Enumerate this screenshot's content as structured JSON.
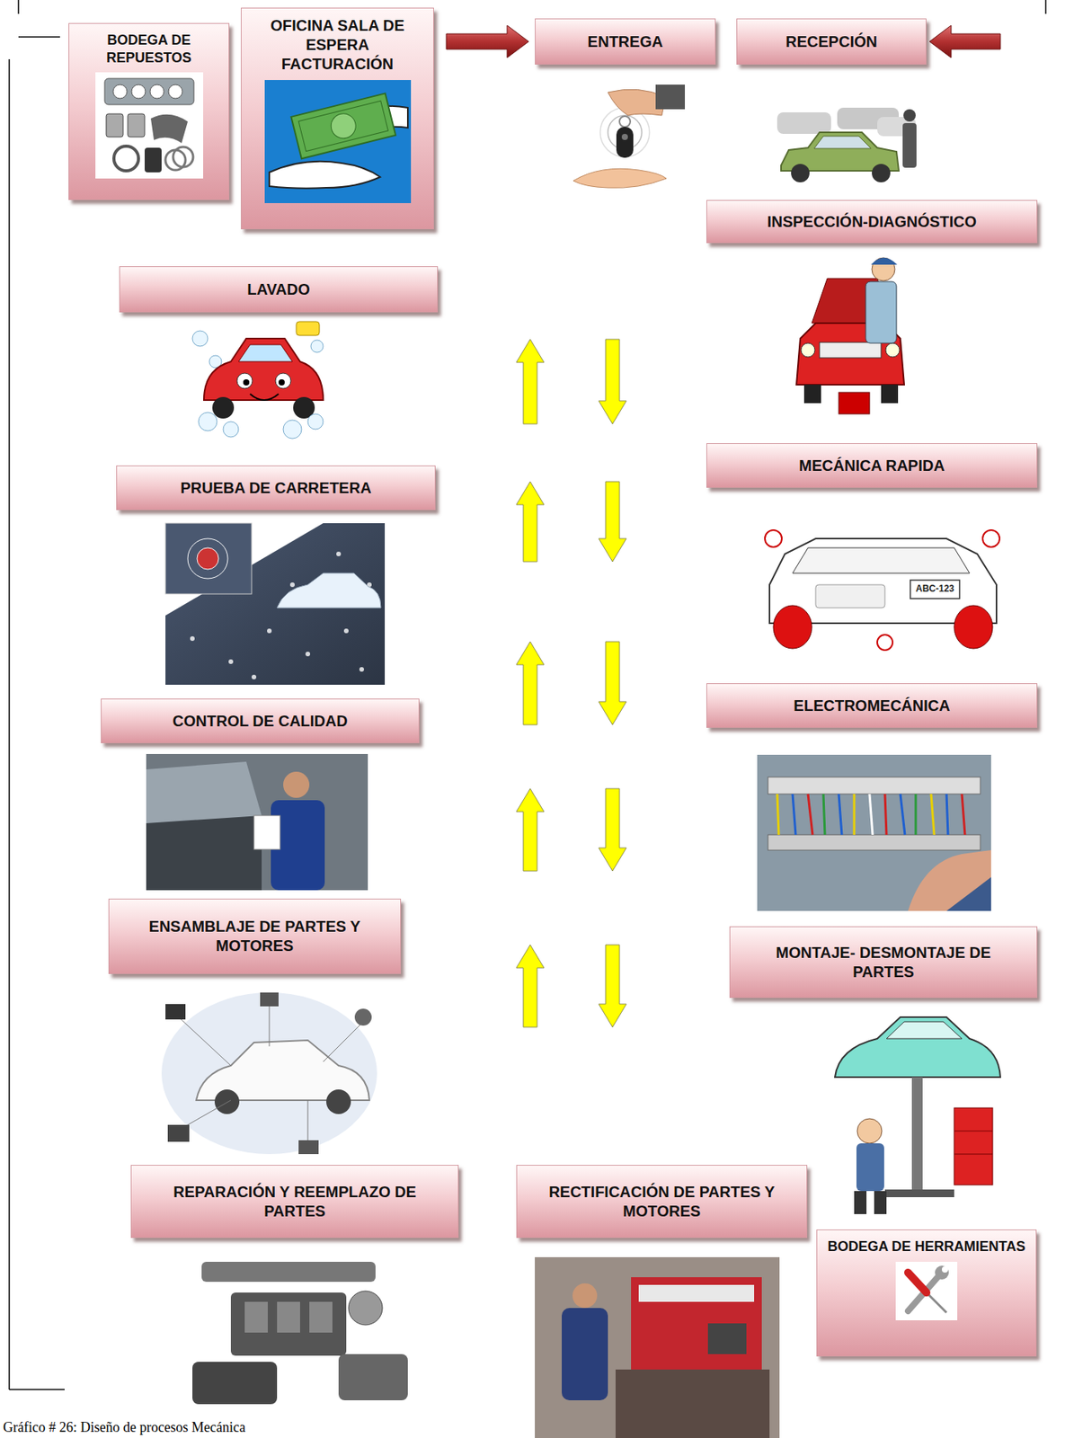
{
  "diagram": {
    "caption": "Gráfico # 26: Diseño de procesos Mecánica",
    "nodes": [
      {
        "text": [
          "BODEGA DE REPUESTOS"
        ]
      },
      {
        "text": [
          "OFICINA SALA DE ESPERA FACTURACIÓN"
        ]
      },
      {
        "text": [
          "ENTREGA"
        ]
      },
      {
        "text": [
          "RECEPCIÓN"
        ]
      },
      {
        "text": [
          "INSPECCIÓN-DIAGNÓSTICO"
        ]
      },
      {
        "text": [
          "LAVADO"
        ]
      },
      {
        "text": [
          "MECÁNICA RAPIDA"
        ]
      },
      {
        "text": [
          "PRUEBA DE CARRETERA"
        ]
      },
      {
        "text": [
          "CONTROL DE CALIDAD"
        ]
      },
      {
        "text": [
          "ELECTROMECÁNICA"
        ]
      },
      {
        "text": [
          "ENSAMBLAJE DE PARTES Y MOTORES"
        ]
      },
      {
        "text": [
          "MONTAJE- DESMONTAJE DE PARTES"
        ]
      },
      {
        "text": [
          "REPARACIÓN Y REEMPLAZO DE PARTES"
        ]
      },
      {
        "text": [
          "RECTIFICACIÓN DE PARTES Y MOTORES"
        ]
      },
      {
        "text": [
          "BODEGA DE HERRAMIENTAS"
        ]
      }
    ],
    "edges": [
      {
        "from": 1,
        "to": 2,
        "arrow": "to"
      }
    ],
    "labels": [
      "ABC-123"
    ]
  }
}
